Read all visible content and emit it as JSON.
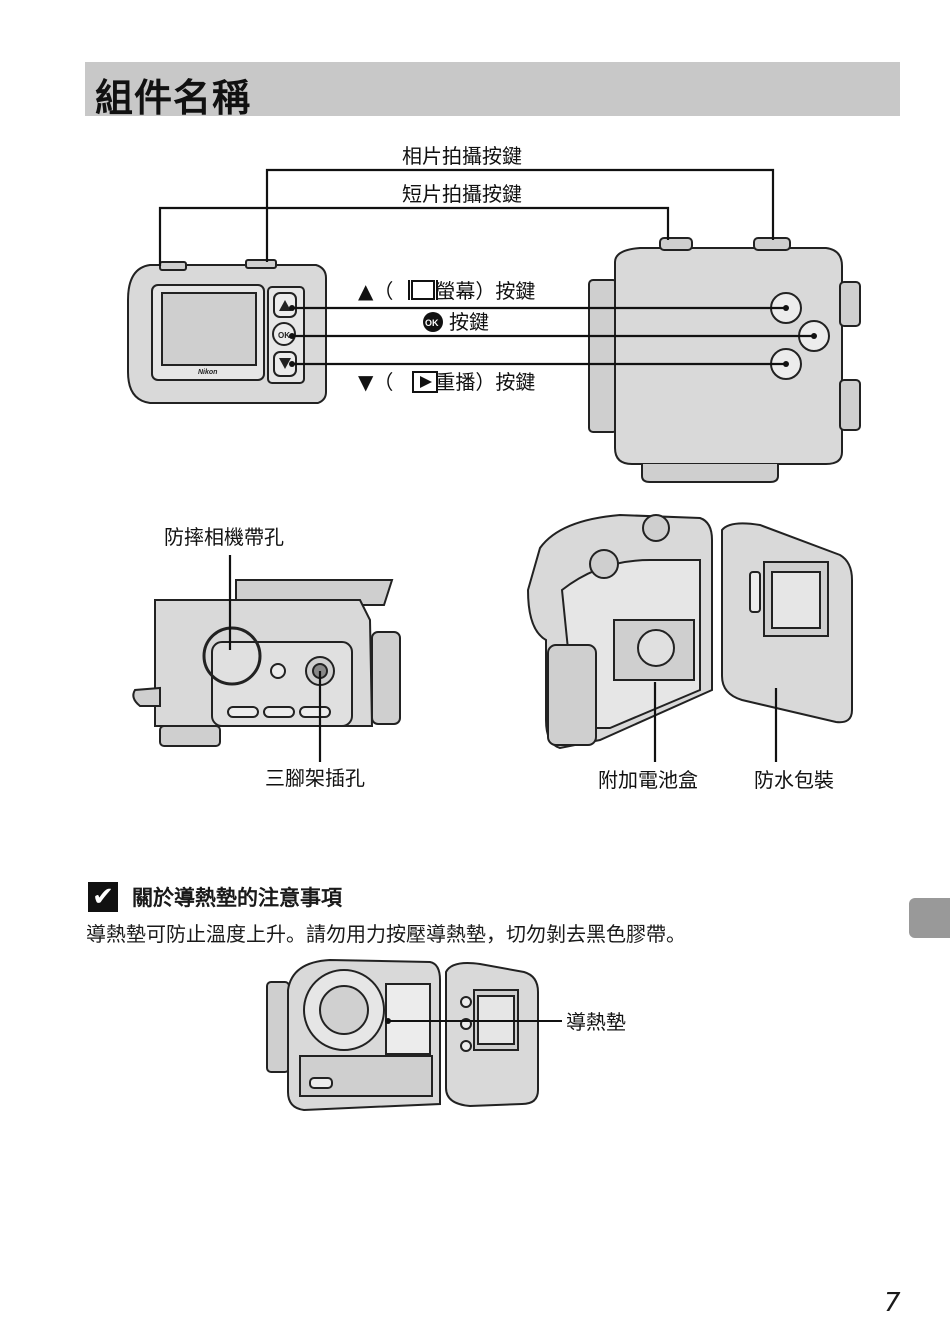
{
  "page": {
    "title": "組件名稱",
    "page_number": "7"
  },
  "labels": {
    "photo_button": "相片拍攝按鍵",
    "movie_button": "短片拍攝按鍵",
    "up_button": "▲（",
    "up_button_tail": "螢幕）按鍵",
    "ok_button": "按鍵",
    "down_button": "▼（",
    "down_button_tail": "重播）按鍵",
    "strap_eyelet": "防摔相機帶孔",
    "tripod_socket": "三腳架插孔",
    "battery_chamber": "附加電池盒",
    "waterproof_pack": "防水包裝",
    "heat_pad": "導熱墊"
  },
  "note": {
    "icon": "checkmark-icon",
    "title": "關於導熱墊的注意事項",
    "body": "導熱墊可防止溫度上升。請勿用力按壓導熱墊，切勿剝去黑色膠帶。"
  },
  "device": {
    "brand": "Nikon",
    "ok_glyph": "OK"
  }
}
